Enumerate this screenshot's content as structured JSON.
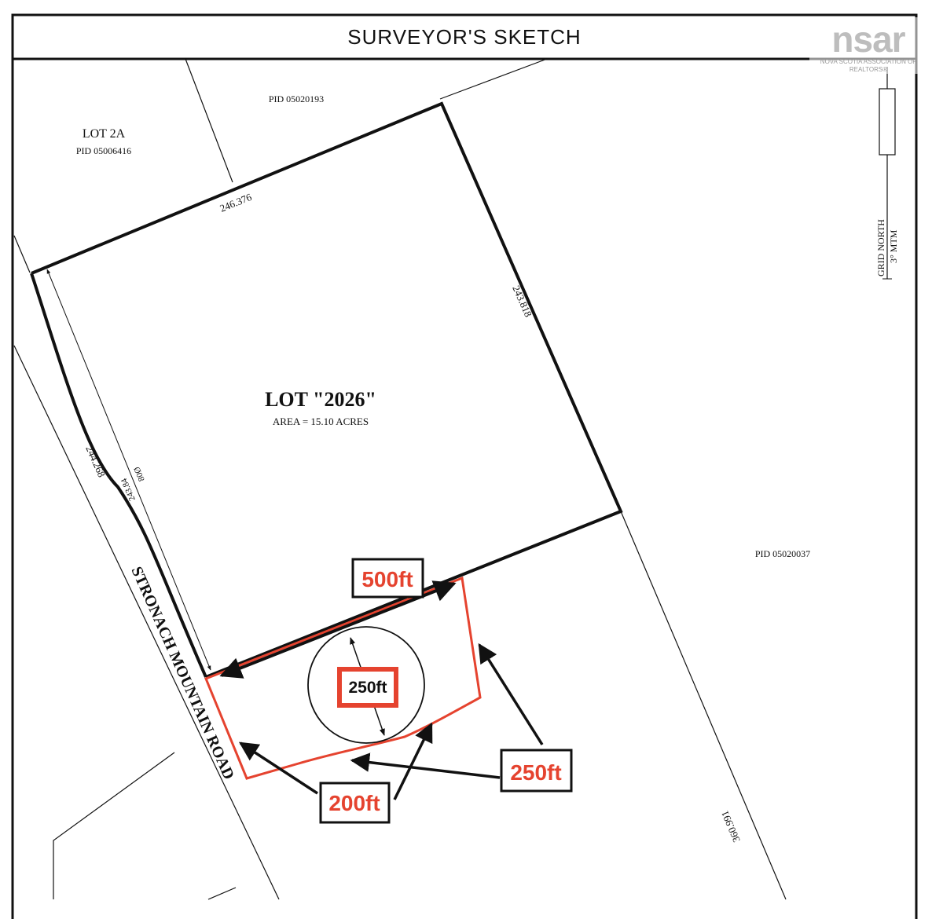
{
  "header": {
    "title": "SURVEYOR'S  SKETCH"
  },
  "logo": {
    "mark": "nsar",
    "tagline": "NOVA SCOTIA ASSOCIATION OF REALTORS®"
  },
  "north_arrow": {
    "line1": "GRID NORTH",
    "line2": "3° MTM"
  },
  "lots": {
    "lot_2a": {
      "name": "LOT 2A",
      "pid": "PID 05006416"
    },
    "top_pid": "PID 05020193",
    "right_pid": "PID 05020037",
    "main": {
      "name": "LOT \"2026\"",
      "area": "AREA = 15.10 ACRES"
    }
  },
  "dimensions": {
    "top": "246.376",
    "right": "243.818",
    "left": "244.268",
    "left_inner_1": "243.84",
    "left_inner_2": "80Ø",
    "far_right": "360.991"
  },
  "road": {
    "name": "STRONACH MOUNTAIN ROAD"
  },
  "callouts": {
    "top": "500ft",
    "center": "250ft",
    "right": "250ft",
    "bottom": "200ft"
  },
  "colors": {
    "line": "#111111",
    "highlight": "#e5432f"
  }
}
